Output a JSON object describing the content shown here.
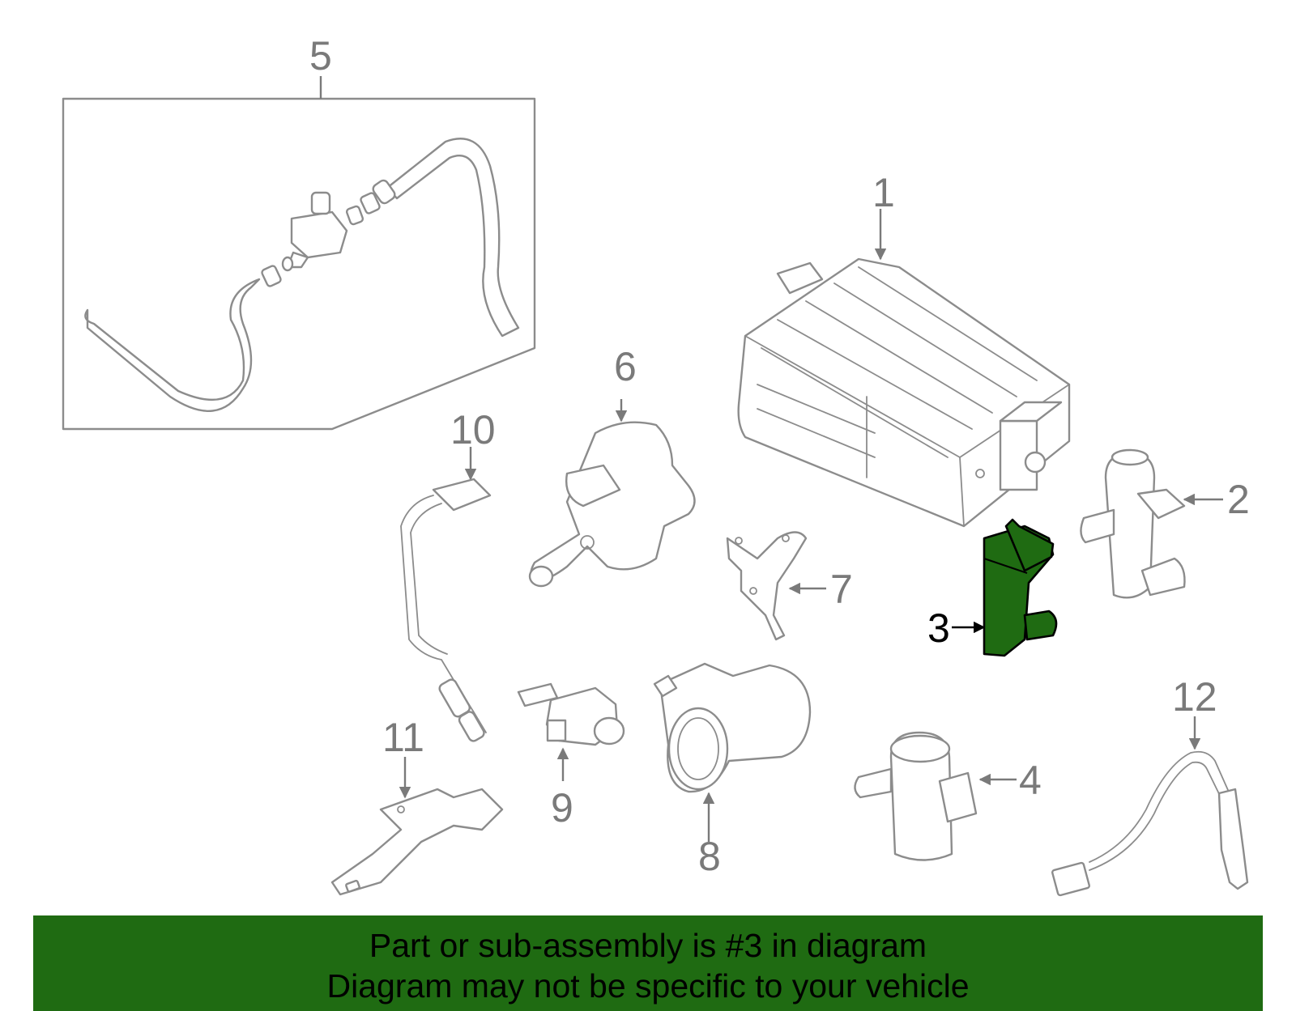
{
  "callouts": {
    "c1": "1",
    "c2": "2",
    "c3": "3",
    "c4": "4",
    "c5": "5",
    "c6": "6",
    "c7": "7",
    "c8": "8",
    "c9": "9",
    "c10": "10",
    "c11": "11",
    "c12": "12"
  },
  "highlight": {
    "part": "3",
    "color": "#1f6b12"
  },
  "banner": {
    "line1": "Part or sub-assembly is #3 in diagram",
    "line2": "Diagram may not be specific to your vehicle",
    "color": "#1f6b12"
  }
}
